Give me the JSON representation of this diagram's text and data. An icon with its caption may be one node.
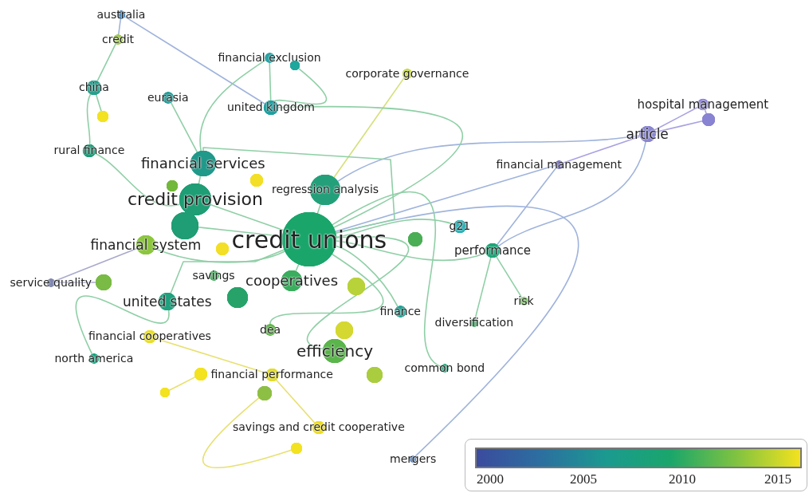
{
  "diagram": {
    "nodes": [
      {
        "text": [
          "credit unions"
        ]
      },
      {
        "text": [
          "credit provision"
        ]
      },
      {
        "text": [
          "financial services"
        ]
      },
      {
        "text": [
          "regression analysis"
        ]
      },
      {
        "text": [
          "cooperatives"
        ]
      },
      {
        "text": [
          "efficiency"
        ]
      },
      {
        "text": [
          "financial system"
        ]
      },
      {
        "text": [
          "united states"
        ]
      },
      {
        "text": [
          "australia"
        ]
      },
      {
        "text": [
          "credit"
        ]
      },
      {
        "text": [
          "financial exclusion"
        ]
      },
      {
        "text": [
          "china"
        ]
      },
      {
        "text": [
          "eurasia"
        ]
      },
      {
        "text": [
          "united kingdom"
        ]
      },
      {
        "text": [
          "rural finance"
        ]
      },
      {
        "text": [
          "corporate governance"
        ]
      },
      {
        "text": [
          "hospital management"
        ]
      },
      {
        "text": [
          "article"
        ]
      },
      {
        "text": [
          "financial management"
        ]
      },
      {
        "text": [
          "g21"
        ]
      },
      {
        "text": [
          "performance"
        ]
      },
      {
        "text": [
          "service quality"
        ]
      },
      {
        "text": [
          "savings"
        ]
      },
      {
        "text": [
          "finance"
        ]
      },
      {
        "text": [
          "risk"
        ]
      },
      {
        "text": [
          "diversification"
        ]
      },
      {
        "text": [
          "financial cooperatives"
        ]
      },
      {
        "text": [
          "north america"
        ]
      },
      {
        "text": [
          "dea"
        ]
      },
      {
        "text": [
          "common bond"
        ]
      },
      {
        "text": [
          "financial performance"
        ]
      },
      {
        "text": [
          "savings and credit cooperative"
        ]
      },
      {
        "text": [
          "mergers"
        ]
      },
      {
        "text": [],
        "shape": "circle"
      },
      {
        "text": [],
        "shape": "circle"
      },
      {
        "text": [],
        "shape": "circle"
      },
      {
        "text": [],
        "shape": "circle"
      },
      {
        "text": [],
        "shape": "circle"
      },
      {
        "text": [],
        "shape": "circle"
      },
      {
        "text": [],
        "shape": "circle"
      },
      {
        "text": [],
        "shape": "circle"
      },
      {
        "text": [],
        "shape": "circle"
      },
      {
        "text": [],
        "shape": "circle"
      },
      {
        "text": [],
        "shape": "circle"
      },
      {
        "text": [],
        "shape": "circle"
      },
      {
        "text": [],
        "shape": "circle"
      },
      {
        "text": [],
        "shape": "circle"
      },
      {
        "text": [],
        "shape": "circle"
      },
      {
        "text": [],
        "shape": "circle"
      },
      {
        "text": [],
        "shape": "circle"
      }
    ],
    "edges": [
      {
        "from": 17,
        "to": 16,
        "arrow": "none",
        "color": "#a9a2e2"
      },
      {
        "from": 17,
        "to": 49,
        "arrow": "none",
        "color": "#a9a2e2"
      },
      {
        "from": 16,
        "to": 49,
        "arrow": "none",
        "color": "#a9a2e2"
      },
      {
        "from": 18,
        "to": 17,
        "arrow": "none",
        "color": "#a9a2e2"
      },
      {
        "from": 3,
        "to": 17,
        "arrow": "none",
        "color": "#9fb3dc"
      },
      {
        "from": 18,
        "to": 20,
        "arrow": "none",
        "color": "#9fb3dc"
      },
      {
        "from": 17,
        "to": 20,
        "arrow": "none",
        "color": "#9fb3dc"
      },
      {
        "from": 18,
        "to": 0,
        "arrow": "none",
        "color": "#9fb3dc"
      },
      {
        "from": 21,
        "to": 6,
        "arrow": "none",
        "color": "#a9a9cc"
      },
      {
        "from": 21,
        "to": 40,
        "arrow": "none",
        "color": "#a9a9cc"
      },
      {
        "from": 8,
        "to": 9,
        "arrow": "none",
        "color": "#9fb3dc"
      },
      {
        "from": 8,
        "to": 13,
        "arrow": "none",
        "color": "#9fb3dc"
      },
      {
        "from": 32,
        "to": 0,
        "arrow": "none",
        "color": "#9fb3dc"
      },
      {
        "from": 15,
        "to": 3,
        "arrow": "none",
        "color": "#d6e07a"
      },
      {
        "from": 10,
        "to": 13,
        "arrow": "none"
      },
      {
        "from": 33,
        "to": 13,
        "arrow": "none"
      },
      {
        "from": 10,
        "to": 2,
        "arrow": "none"
      },
      {
        "from": 11,
        "to": 14,
        "arrow": "none"
      },
      {
        "from": 11,
        "to": 34,
        "arrow": "none"
      },
      {
        "from": 9,
        "to": 11,
        "arrow": "none"
      },
      {
        "from": 12,
        "to": 2,
        "arrow": "none"
      },
      {
        "from": 13,
        "to": 0,
        "arrow": "none"
      },
      {
        "from": 14,
        "to": 1,
        "arrow": "none"
      },
      {
        "from": 24,
        "to": 20,
        "arrow": "none"
      },
      {
        "from": 25,
        "to": 20,
        "arrow": "none"
      },
      {
        "from": 27,
        "to": 7,
        "arrow": "none"
      },
      {
        "from": 19,
        "to": 0,
        "arrow": "none"
      },
      {
        "from": 20,
        "to": 0,
        "arrow": "none"
      },
      {
        "from": 1,
        "to": 0,
        "arrow": "none"
      },
      {
        "from": 2,
        "to": 0,
        "arrow": "none"
      },
      {
        "from": 3,
        "to": 0,
        "arrow": "none"
      },
      {
        "from": 4,
        "to": 0,
        "arrow": "none"
      },
      {
        "from": 5,
        "to": 0,
        "arrow": "none"
      },
      {
        "from": 6,
        "to": 0,
        "arrow": "none"
      },
      {
        "from": 7,
        "to": 0,
        "arrow": "none"
      },
      {
        "from": 23,
        "to": 0,
        "arrow": "none"
      },
      {
        "from": 29,
        "to": 0,
        "arrow": "none"
      },
      {
        "from": 28,
        "to": 0,
        "arrow": "none"
      },
      {
        "from": 26,
        "to": 30,
        "arrow": "none",
        "color": "#e8e070"
      },
      {
        "from": 30,
        "to": 31,
        "arrow": "none",
        "color": "#e8e070"
      },
      {
        "from": 46,
        "to": 45,
        "arrow": "none",
        "color": "#e8e070"
      },
      {
        "from": 47,
        "to": 48,
        "arrow": "none",
        "color": "#e8e070"
      },
      {
        "from": 2,
        "to": 1,
        "arrow": "none"
      },
      {
        "from": 37,
        "to": 0,
        "arrow": "none"
      }
    ],
    "labels": [
      "2000",
      "2005",
      "2010",
      "2015"
    ]
  }
}
